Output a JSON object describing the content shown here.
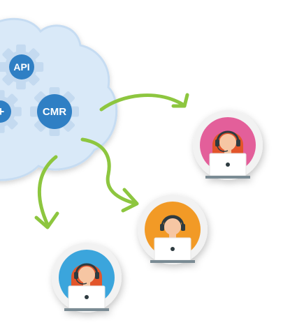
{
  "cloud": {
    "badges": [
      {
        "id": "api",
        "label": "API"
      },
      {
        "id": "cmr",
        "label": "CMR"
      },
      {
        "id": "partial",
        "label": "+"
      }
    ],
    "colors": {
      "cloud_fill": "#d9e9f8",
      "cloud_edge": "#c9dff3",
      "gear": "#c4daf0",
      "badge": "#2f7fc4"
    }
  },
  "arrows": {
    "color": "#8dc63f",
    "count": 3
  },
  "agents": [
    {
      "id": "agent-pink",
      "gender": "female",
      "hair": "#e2542c",
      "bg": "#e35f9a"
    },
    {
      "id": "agent-orange",
      "gender": "male",
      "hair": "#2d3a40",
      "bg": "#f29a25"
    },
    {
      "id": "agent-blue",
      "gender": "female",
      "hair": "#e2542c",
      "bg": "#3aa5dc"
    }
  ],
  "icons": [
    "cloud-icon",
    "gear-icon",
    "headset-icon",
    "laptop-icon",
    "arrow-icon"
  ]
}
